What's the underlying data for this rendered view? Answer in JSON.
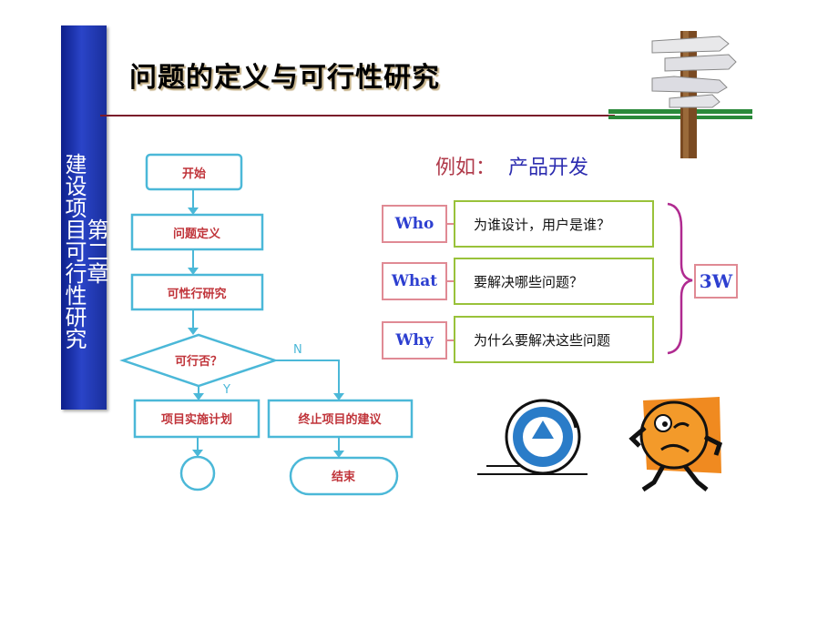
{
  "sidebar": {
    "chapter_lines": [
      "第二章",
      "建设项目可行性研究"
    ]
  },
  "title": "问题的定义与可行性研究",
  "example": {
    "label": "例如：",
    "product": "产品开发"
  },
  "flowchart": {
    "start": "开始",
    "define": "问题定义",
    "study": "可性行研究",
    "decision": "可行否？",
    "yes_label": "Y",
    "no_label": "N",
    "plan": "项目实施计划",
    "terminate": "终止项目的建议",
    "end": "结束"
  },
  "three_w": {
    "items": [
      {
        "label": "Who",
        "question": "为谁设计，用户是谁？"
      },
      {
        "label": "What",
        "question": "要解决哪些问题？"
      },
      {
        "label": "Why",
        "question": "为什么要解决这些问题"
      }
    ],
    "summary": "3W"
  },
  "colors": {
    "sidebar": "#1a2f9c",
    "flow_line": "#4bb8d8",
    "flow_text": "#c0343a",
    "box_border": "#99c23a",
    "label_border": "#e08a94",
    "brace": "#b02a90"
  }
}
